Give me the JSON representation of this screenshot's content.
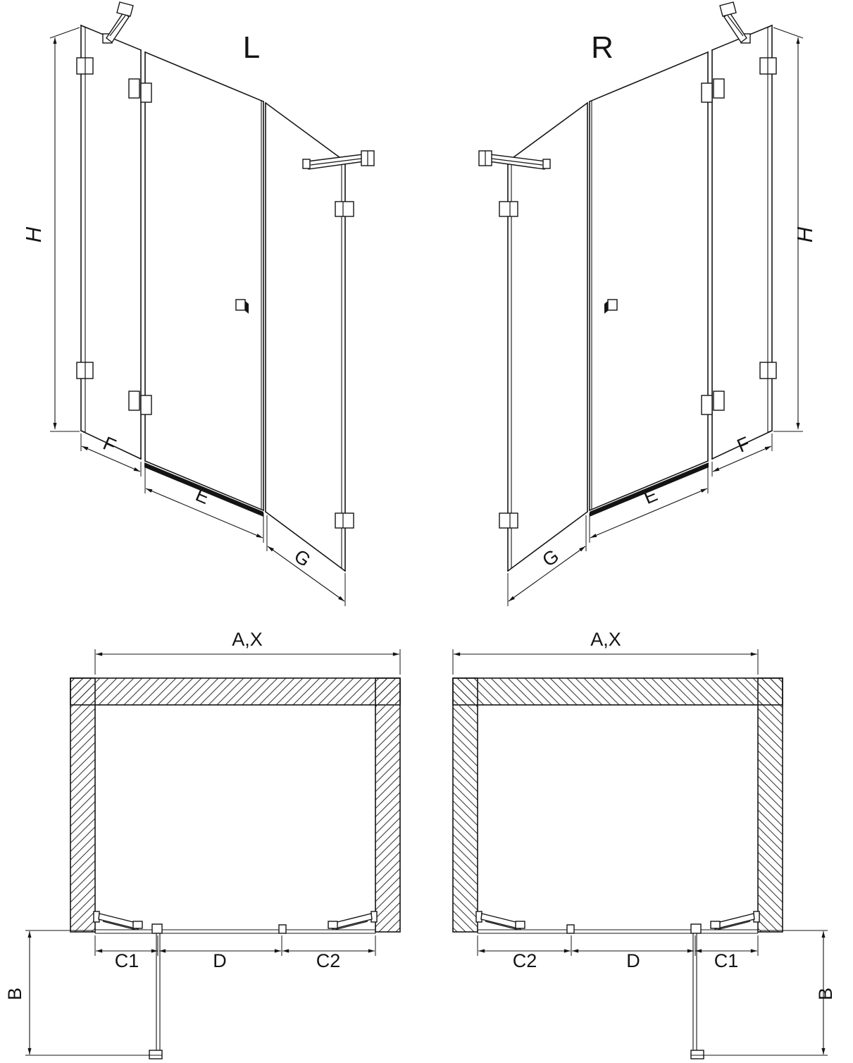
{
  "views": {
    "elevation_left": {
      "label": "L",
      "height": "H",
      "panel_f": "F",
      "door_e": "E",
      "return_g": "G"
    },
    "elevation_right": {
      "label": "R",
      "height": "H",
      "panel_f": "F",
      "door_e": "E",
      "return_g": "G"
    },
    "plan_left": {
      "width": "A,X",
      "depth": "B",
      "c1": "C1",
      "d": "D",
      "c2": "C2"
    },
    "plan_right": {
      "width": "A,X",
      "depth": "B",
      "c1": "C1",
      "d": "D",
      "c2": "C2"
    }
  }
}
